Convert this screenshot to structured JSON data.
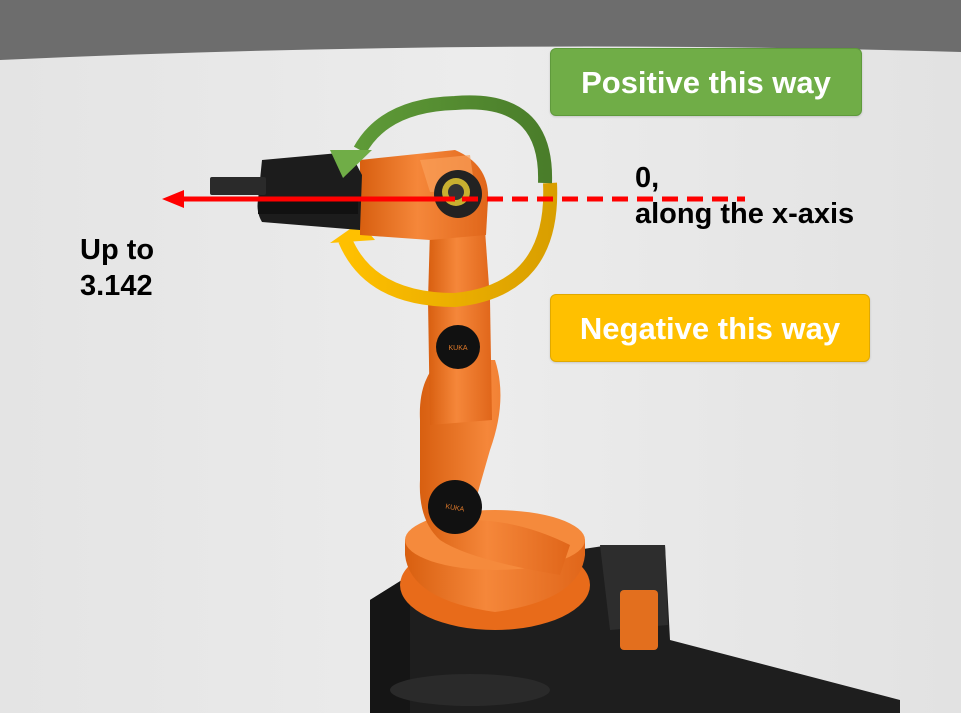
{
  "callouts": {
    "positive": "Positive this way",
    "negative": "Negative this way"
  },
  "annotations": {
    "zero_line1": "0,",
    "zero_line2": "along the x-axis",
    "max_line1": "Up to",
    "max_line2": "3.142"
  },
  "robot": {
    "brand_mark": "KUKA"
  },
  "colors": {
    "positive": "#70ad47",
    "negative": "#ffc000",
    "arrow": "#ff0000",
    "robot_orange": "#f07c24",
    "robot_dark": "#222222"
  }
}
